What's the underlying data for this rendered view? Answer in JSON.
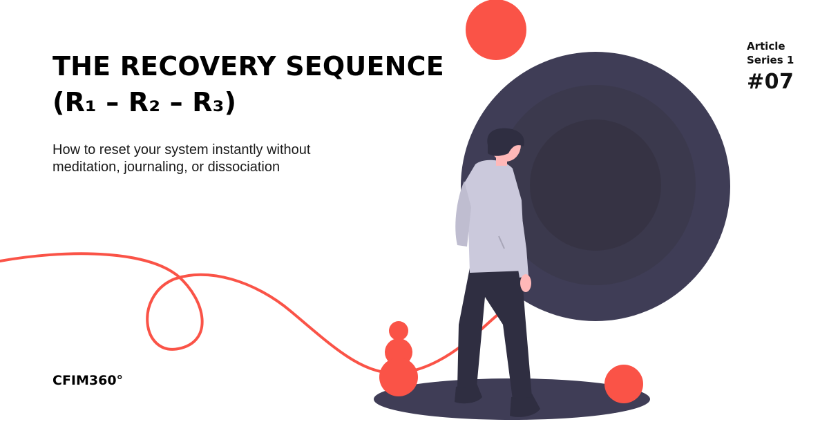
{
  "title": {
    "line1": "THE RECOVERY SEQUENCE",
    "line2": "(R₁ – R₂ – R₃)"
  },
  "subtitle": "How to reset your system instantly without meditation, journaling, or dissociation",
  "series": {
    "line1": "Article",
    "line2": "Series 1",
    "number": "#07"
  },
  "brand": "CFIM360°",
  "colors": {
    "accent": "#fa5347",
    "dark": "#3f3d56",
    "shirt": "#cbc9dc",
    "skin": "#ffb8b8",
    "hair": "#2f2e41"
  }
}
